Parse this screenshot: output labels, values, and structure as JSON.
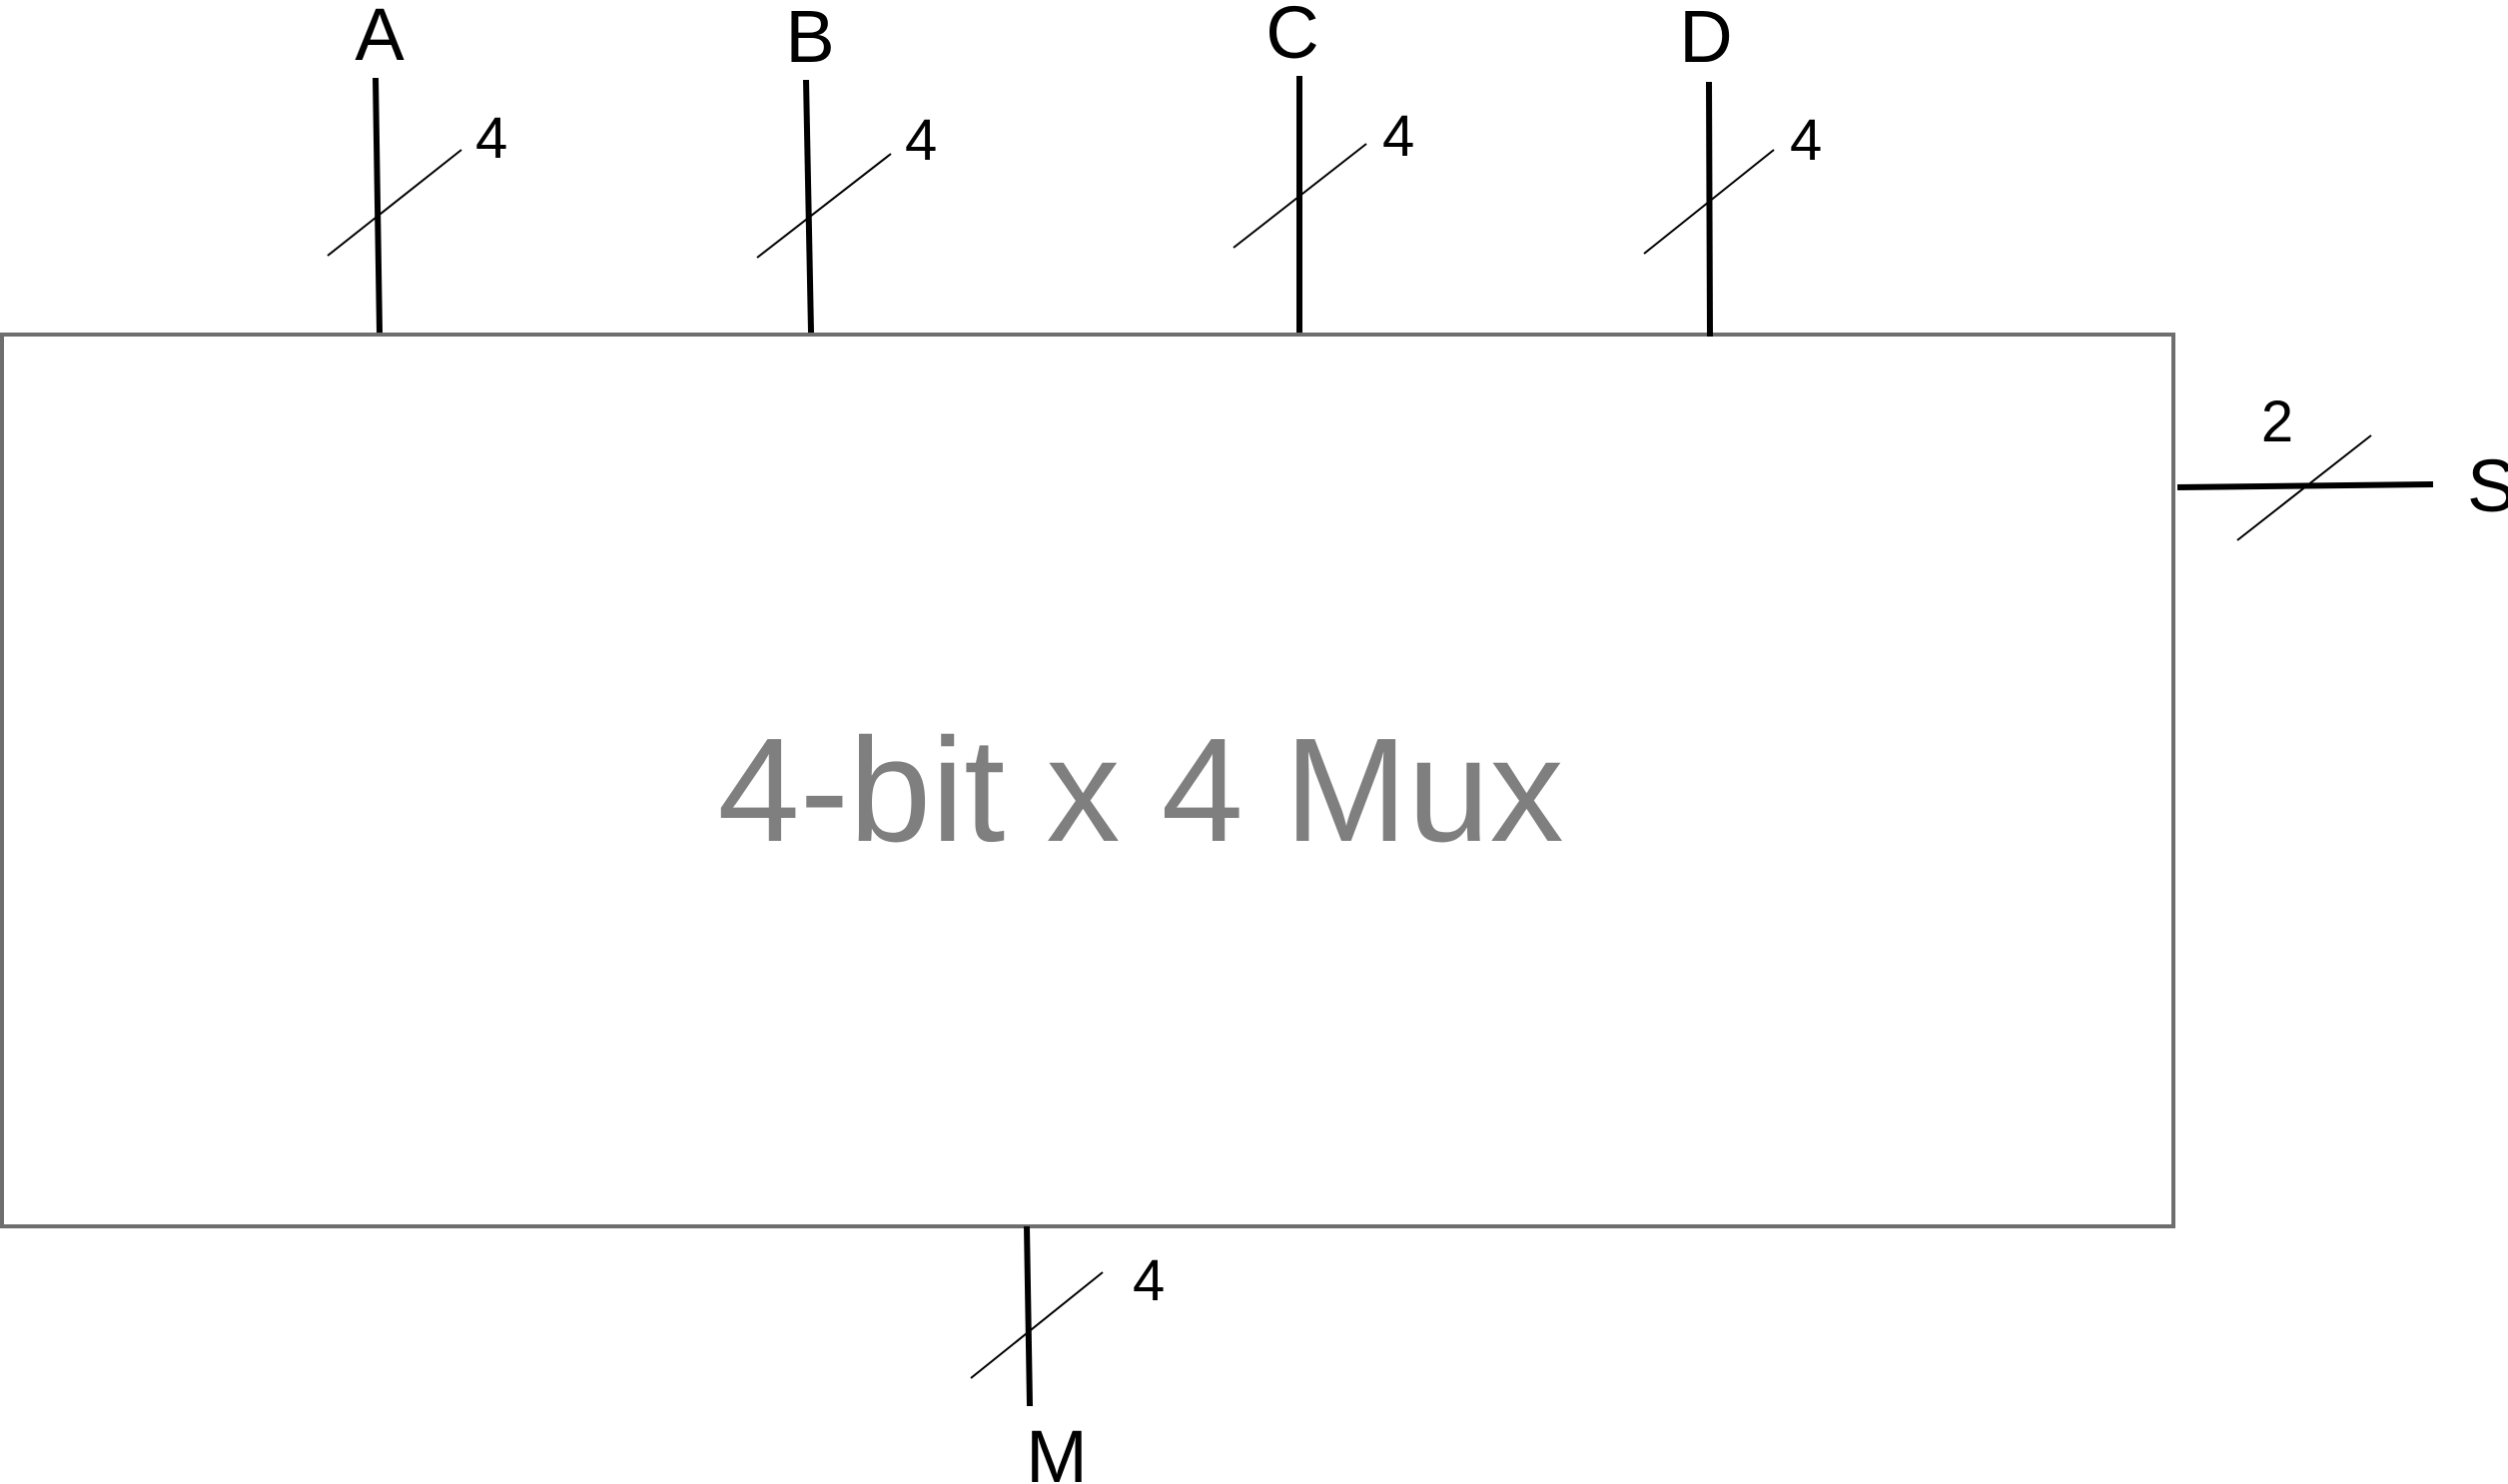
{
  "block": {
    "title": "4-bit x 4 Mux"
  },
  "inputs": [
    {
      "name": "A",
      "width": "4"
    },
    {
      "name": "B",
      "width": "4"
    },
    {
      "name": "C",
      "width": "4"
    },
    {
      "name": "D",
      "width": "4"
    }
  ],
  "select": {
    "name": "S",
    "width": "2"
  },
  "output": {
    "name": "M",
    "width": "4"
  },
  "colors": {
    "wire": "#000000",
    "block_border": "#6e6e6e",
    "block_title": "#7f7f7f"
  }
}
